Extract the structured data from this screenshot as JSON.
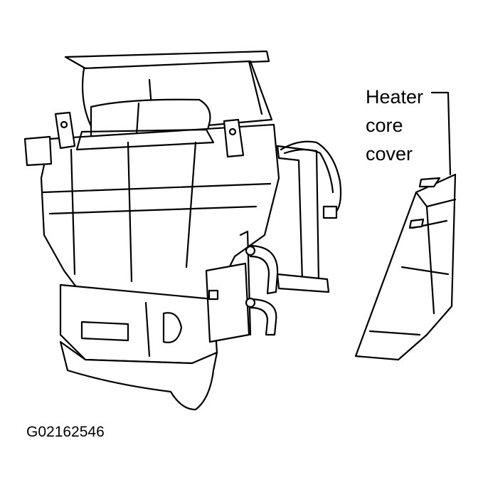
{
  "callout": {
    "line1": "Heater",
    "line2": "core",
    "line3": "cover"
  },
  "figure_id": "G02162546"
}
